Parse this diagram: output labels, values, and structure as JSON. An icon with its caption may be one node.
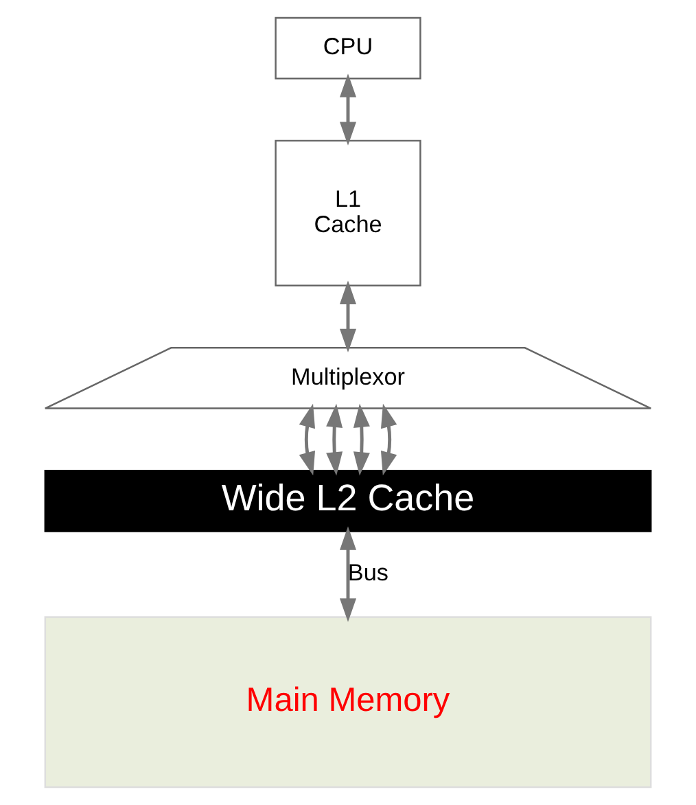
{
  "diagram": {
    "nodes": [
      {
        "text": [
          "CPU"
        ]
      },
      {
        "text": [
          "L1",
          "Cache"
        ]
      },
      {
        "text": [
          "Multiplexor"
        ]
      },
      {
        "text": [
          "Wide L2 Cache"
        ]
      },
      {
        "text": [
          "Main Memory"
        ]
      }
    ],
    "edges": [
      {
        "from": 0,
        "to": 1,
        "arrow": "both"
      },
      {
        "from": 1,
        "to": 2,
        "arrow": "both"
      },
      {
        "from": 2,
        "to": 3,
        "arrow": "both"
      },
      {
        "from": 2,
        "to": 3,
        "arrow": "both"
      },
      {
        "from": 2,
        "to": 3,
        "arrow": "both"
      },
      {
        "from": 2,
        "to": 3,
        "arrow": "both"
      },
      {
        "from": 3,
        "to": 4,
        "arrow": "both",
        "label": "Bus"
      }
    ]
  }
}
